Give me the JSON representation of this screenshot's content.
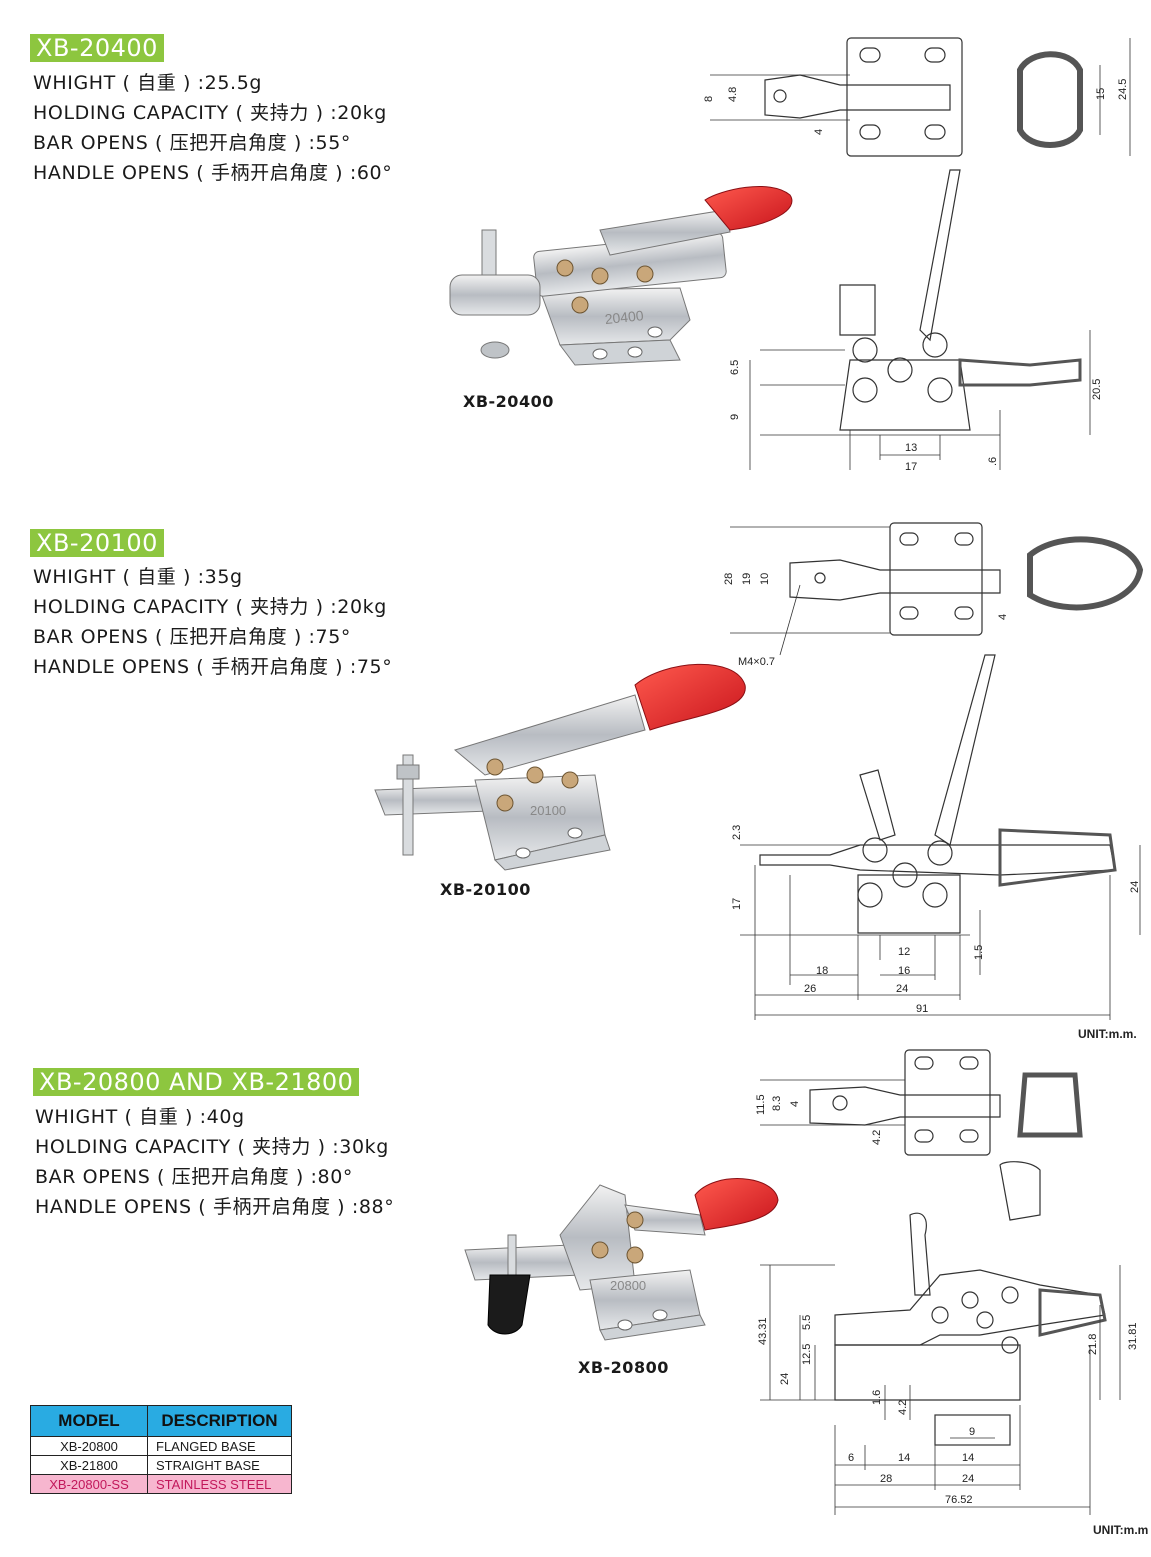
{
  "sections": [
    {
      "model_title": "XB-20400",
      "specs": [
        "WHIGHT ( 自重 ) :25.5g",
        "HOLDING CAPACITY ( 夹持力 ) :20kg",
        "BAR OPENS ( 压把开启角度 ) :55°",
        "HANDLE OPENS ( 手柄开启角度 ) :60°"
      ],
      "photo_label": "XB-20400",
      "product_stamp": "20400",
      "dims_top": [
        "8",
        "4.8",
        "4",
        "15",
        "24.5"
      ],
      "dims_side": [
        "6.5",
        "9",
        "20.5",
        "13",
        "17",
        ".6"
      ]
    },
    {
      "model_title": "XB-20100",
      "specs": [
        "WHIGHT ( 自重 ) :35g",
        "HOLDING CAPACITY ( 夹持力 ) :20kg",
        "BAR OPENS ( 压把开启角度 ) :75°",
        "HANDLE OPENS ( 手柄开启角度 ) :75°"
      ],
      "photo_label": "XB-20100",
      "product_stamp": "20100",
      "dims_top": [
        "28",
        "19",
        "10",
        "4",
        "M4×0.7"
      ],
      "dims_side": [
        "2.3",
        "17",
        "24",
        "12",
        "16",
        "1.5",
        "18",
        "26",
        "24",
        "91"
      ],
      "unit": "UNIT:m.m."
    },
    {
      "model_title": "XB-20800 AND XB-21800",
      "specs": [
        "WHIGHT ( 自重 ) :40g",
        "HOLDING CAPACITY ( 夹持力 ) :30kg",
        "BAR OPENS ( 压把开启角度 ) :80°",
        "HANDLE OPENS ( 手柄开启角度 ) :88°"
      ],
      "photo_label": "XB-20800",
      "product_stamp": "20800",
      "dims_top": [
        "11.5",
        "8.3",
        "4",
        "4.2"
      ],
      "dims_side": [
        "43.31",
        "5.5",
        "12.5",
        "24",
        "21.8",
        "31.81",
        "1.6",
        "4.2",
        "9",
        "6",
        "14",
        "14",
        "28",
        "24",
        "76.52"
      ],
      "unit": "UNIT:m.m"
    }
  ],
  "table": {
    "headers": [
      "MODEL",
      "DESCRIPTION"
    ],
    "rows": [
      {
        "model": "XB-20800",
        "description": "FLANGED BASE"
      },
      {
        "model": "XB-21800",
        "description": "STRAIGHT BASE"
      },
      {
        "model": "XB-20800-SS",
        "description": "STAINLESS STEEL"
      }
    ]
  },
  "colors": {
    "badge_green": "#8dc63f",
    "table_header_blue": "#29abe2",
    "stainless_row_pink": "#f7b6cf",
    "stainless_text": "#c2185b",
    "handle_red": "#e41e26"
  }
}
